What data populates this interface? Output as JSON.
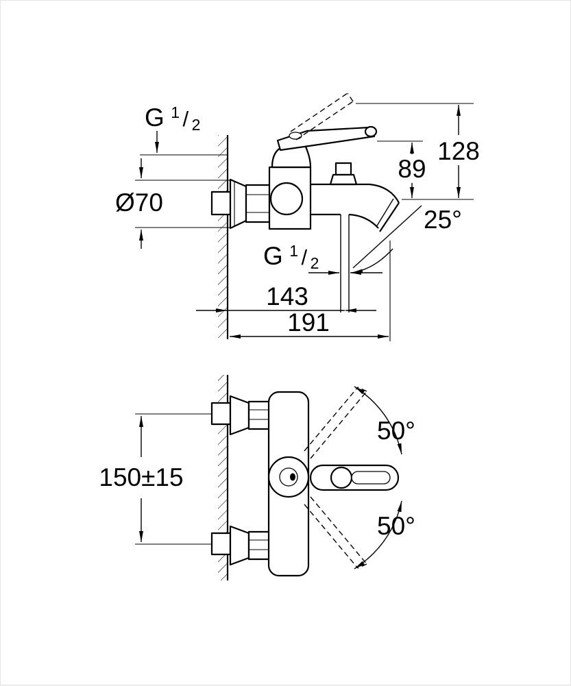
{
  "colors": {
    "line": "#000000",
    "background": "#ffffff"
  },
  "side_view": {
    "wall_thread": {
      "letter": "G",
      "num": "1",
      "slash": "/",
      "den": "2"
    },
    "escutcheon_diameter": "Ø70",
    "lever_height": "89",
    "total_height": "128",
    "spout_angle": "25°",
    "spout_thread": {
      "letter": "G",
      "num": "1",
      "slash": "/",
      "den": "2"
    },
    "wall_to_outlet": "143",
    "wall_to_spout_end": "191"
  },
  "front_view": {
    "inlet_spacing": "150±15",
    "lever_swing_up": "50°",
    "lever_swing_down": "50°"
  }
}
